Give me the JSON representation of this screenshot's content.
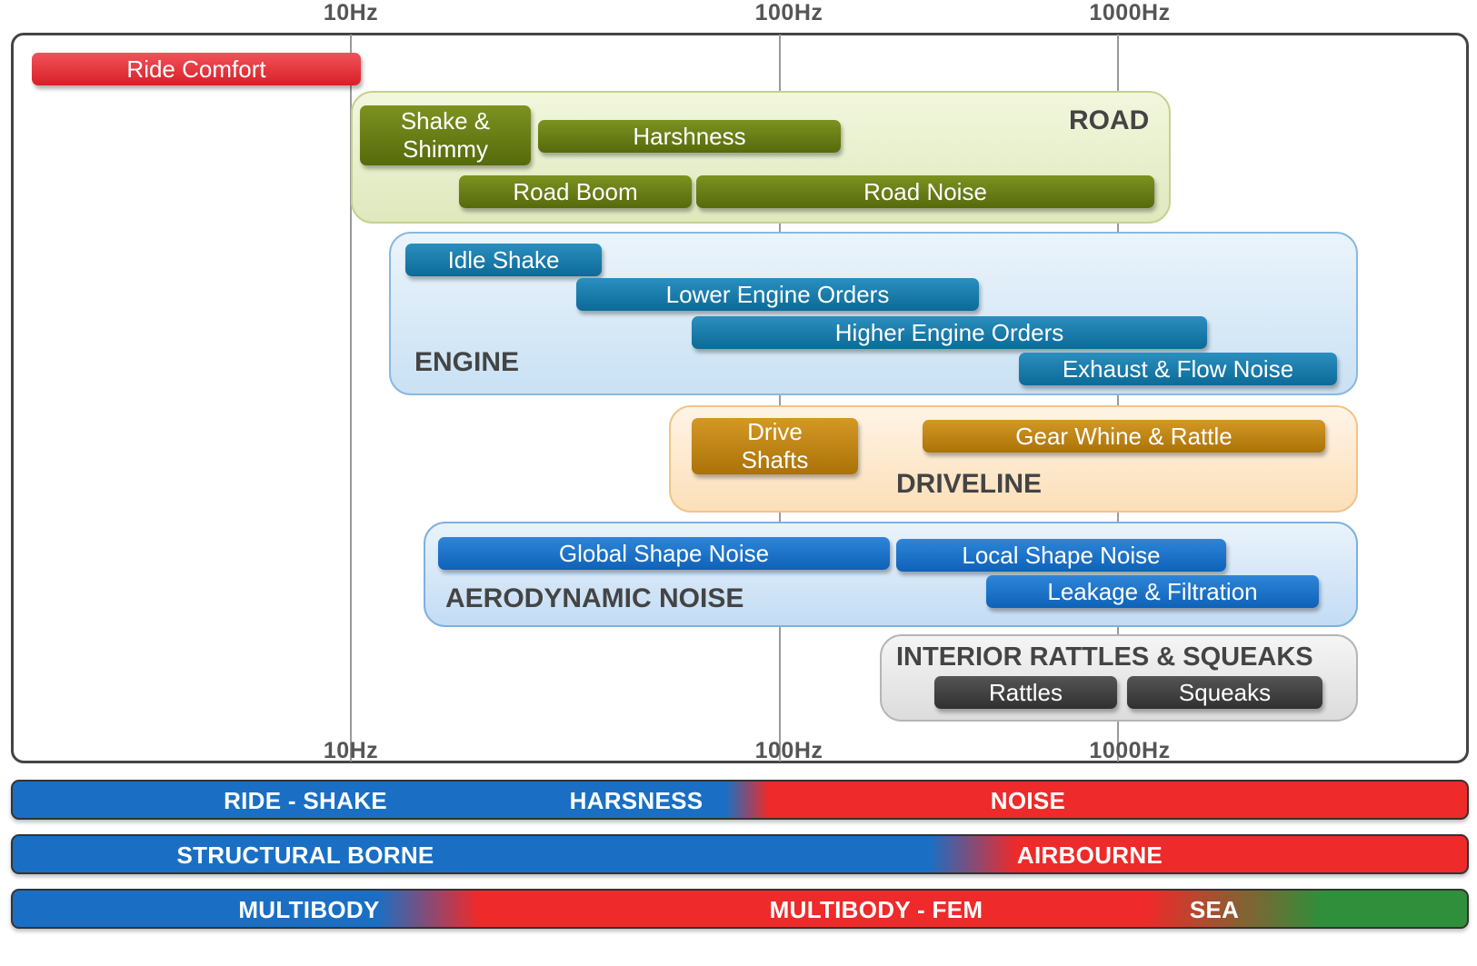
{
  "axis": {
    "top": [
      "10Hz",
      "100Hz",
      "1000Hz"
    ],
    "bottom": [
      "10Hz",
      "100Hz",
      "1000Hz"
    ]
  },
  "bars": {
    "ride_comfort": "Ride Comfort",
    "shake_shimmy": [
      "Shake &",
      "Shimmy"
    ],
    "harshness": "Harshness",
    "road_boom": "Road Boom",
    "road_noise": "Road Noise",
    "idle_shake": "Idle Shake",
    "lower_engine_orders": "Lower Engine Orders",
    "higher_engine_orders": "Higher Engine Orders",
    "exhaust_flow_noise": "Exhaust & Flow Noise",
    "drive_shafts": [
      "Drive",
      "Shafts"
    ],
    "gear_whine_rattle": "Gear Whine & Rattle",
    "global_shape_noise": "Global Shape Noise",
    "local_shape_noise": "Local Shape Noise",
    "leakage_filtration": "Leakage & Filtration",
    "rattles": "Rattles",
    "squeaks": "Squeaks"
  },
  "groups": {
    "road": "ROAD",
    "engine": "ENGINE",
    "driveline": "DRIVELINE",
    "aero": "AERODYNAMIC NOISE",
    "interior": "INTERIOR RATTLES & SQUEAKS"
  },
  "bands": [
    {
      "labels": [
        "RIDE - SHAKE",
        "HARSNESS",
        "NOISE"
      ]
    },
    {
      "labels": [
        "STRUCTURAL BORNE",
        "AIRBOURNE"
      ]
    },
    {
      "labels": [
        "MULTIBODY",
        "MULTIBODY - FEM",
        "SEA"
      ]
    }
  ],
  "colors": {
    "band_blue": "#1a6fc4",
    "band_red": "#ee2a2a",
    "band_green": "#2f8f3a"
  }
}
